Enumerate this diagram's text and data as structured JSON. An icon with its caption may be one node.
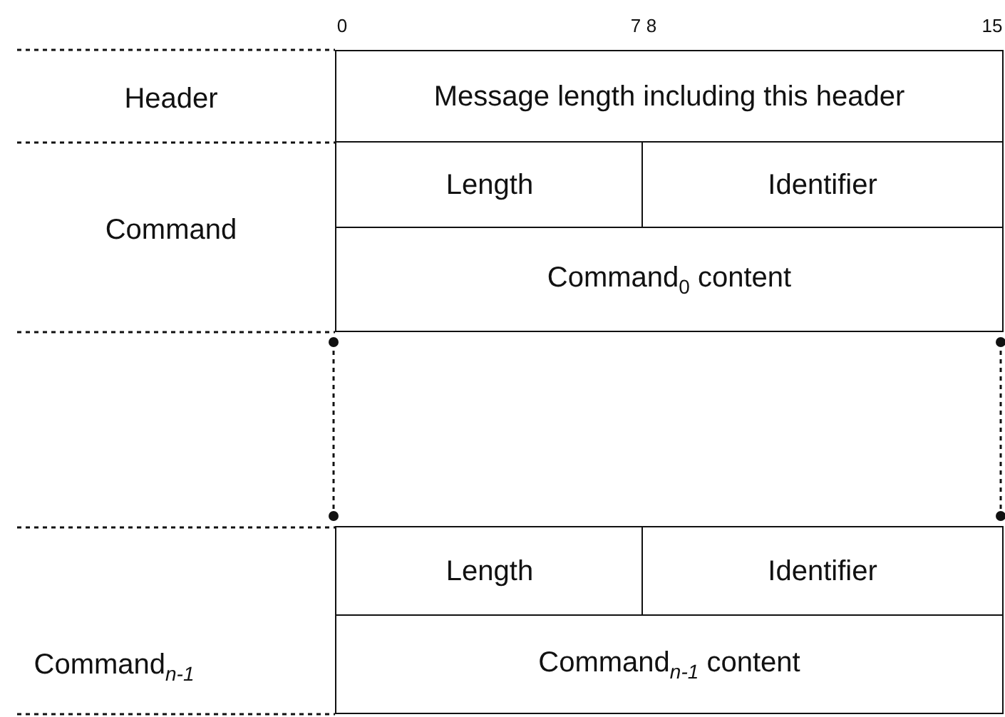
{
  "diagram": {
    "nodes": [
      {
        "text": [
          "Message length including this header"
        ]
      },
      {
        "text": [
          "Length"
        ]
      },
      {
        "text": [
          "Identifier"
        ]
      },
      {
        "text": [
          "Command$_{0}$ content"
        ]
      },
      {
        "text": [
          "Length"
        ]
      },
      {
        "text": [
          "Identifier"
        ]
      },
      {
        "text": [
          "Command$_{n-1}$ content"
        ]
      }
    ],
    "labels": [
      "0",
      "7",
      "8",
      "15",
      "Header",
      "Command",
      "Command$_{n-1}$"
    ]
  }
}
